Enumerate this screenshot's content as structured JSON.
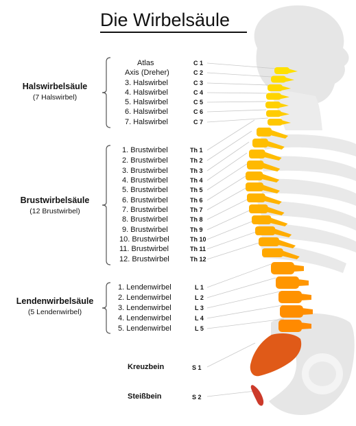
{
  "title": "Die Wirbelsäule",
  "regions": [
    {
      "name": "Halswirbelsäule",
      "sub": "(7 Halswirbel)"
    },
    {
      "name": "Brustwirbelsäule",
      "sub": "(12 Brustwirbel)"
    },
    {
      "name": "Lendenwirbelsäule",
      "sub": "(5 Lendenwirbel)"
    }
  ],
  "vertebrae": [
    {
      "label": "Atlas",
      "code": "C 1"
    },
    {
      "label": "Axis (Dreher)",
      "code": "C 2"
    },
    {
      "label": "3. Halswirbel",
      "code": "C 3"
    },
    {
      "label": "4. Halswirbel",
      "code": "C 4"
    },
    {
      "label": "5. Halswirbel",
      "code": "C 5"
    },
    {
      "label": "6. Halswirbel",
      "code": "C 6"
    },
    {
      "label": "7. Halswirbel",
      "code": "C 7"
    },
    {
      "label": "1. Brustwirbel",
      "code": "Th 1"
    },
    {
      "label": "2. Brustwirbel",
      "code": "Th 2"
    },
    {
      "label": "3. Brustwirbel",
      "code": "Th 3"
    },
    {
      "label": "4. Brustwirbel",
      "code": "Th 4"
    },
    {
      "label": "5. Brustwirbel",
      "code": "Th 5"
    },
    {
      "label": "6. Brustwirbel",
      "code": "Th 6"
    },
    {
      "label": "7. Brustwirbel",
      "code": "Th 7"
    },
    {
      "label": "8. Brustwirbel",
      "code": "Th 8"
    },
    {
      "label": "9. Brustwirbel",
      "code": "Th 9"
    },
    {
      "label": "10. Brustwirbel",
      "code": "Th 10"
    },
    {
      "label": "11. Brustwirbel",
      "code": "Th 11"
    },
    {
      "label": "12. Brustwirbel",
      "code": "Th 12"
    },
    {
      "label": "1. Lendenwirbel",
      "code": "L 1"
    },
    {
      "label": "2. Lendenwirbel",
      "code": "L 2"
    },
    {
      "label": "3. Lendenwirbel",
      "code": "L 3"
    },
    {
      "label": "4. Lendenwirbel",
      "code": "L 4"
    },
    {
      "label": "5. Lendenwirbel",
      "code": "L 5"
    }
  ],
  "lower": [
    {
      "label": "Kreuzbein",
      "code": "S 1"
    },
    {
      "label": "Steißbein",
      "code": "S 2"
    }
  ],
  "colors": {
    "text": "#111111",
    "silhouette": "#e6e6e6",
    "bracket": "#555555",
    "leader": "#c8c8c8",
    "cervical": "#ffe000",
    "thoracic": "#ffa800",
    "lumbar": "#ff8a00",
    "sacrum": "#e05a18",
    "coccyx": "#cc3a2a"
  }
}
